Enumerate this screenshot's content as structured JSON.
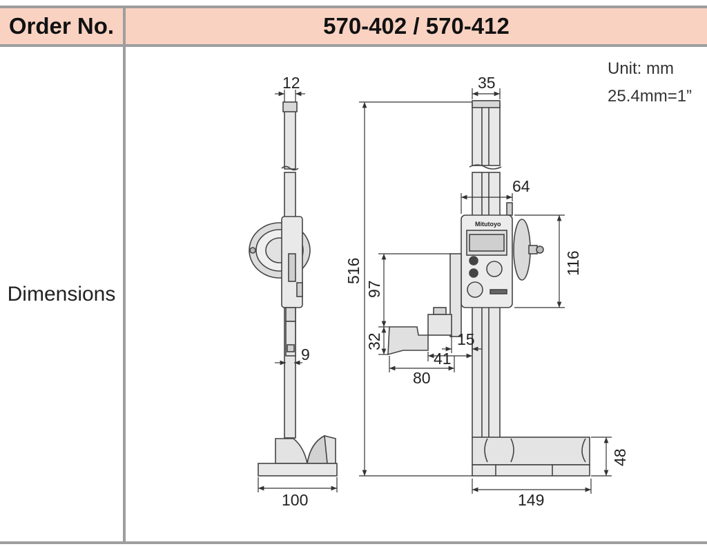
{
  "header": {
    "left_label": "Order No.",
    "right_value": "570-402 / 570-412"
  },
  "row": {
    "label": "Dimensions"
  },
  "units": {
    "line1": "Unit: mm",
    "line2": "25.4mm=1”"
  },
  "drawing": {
    "brand": "Mitutoyo",
    "dims": {
      "beam_width_side": "12",
      "gauge_thickness": "9",
      "base_depth": "100",
      "beam_width_front": "35",
      "slider_offset": "64",
      "slider_height": "116",
      "overall_height": "516",
      "jaw_top": "97",
      "jaw_bottom": "32",
      "jaw_gap": "15",
      "jaw_reach": "41",
      "jaw_length": "80",
      "base_height": "48",
      "base_width": "149"
    }
  }
}
